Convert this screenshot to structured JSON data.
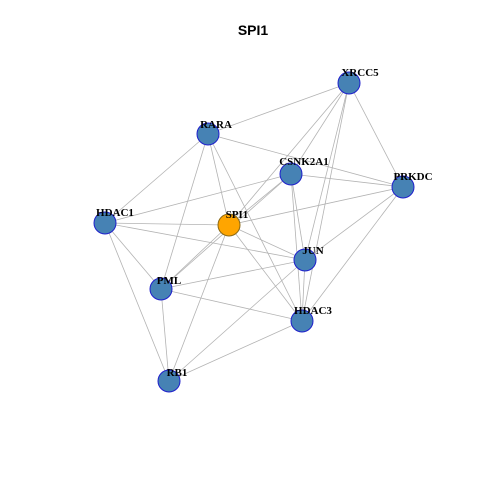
{
  "title": "SPI1",
  "colors": {
    "node_fill": "#4682B4",
    "node_stroke": "#1F1FCC",
    "highlight_fill": "#FFA500",
    "highlight_stroke": "#8B6914",
    "edge": "#B3B3B3"
  },
  "nodes": [
    {
      "id": "XRCC5",
      "label": "XRCC5",
      "highlight": false
    },
    {
      "id": "RARA",
      "label": "RARA",
      "highlight": false
    },
    {
      "id": "CSNK2A1",
      "label": "CSNK2A1",
      "highlight": false
    },
    {
      "id": "PRKDC",
      "label": "PRKDC",
      "highlight": false
    },
    {
      "id": "HDAC1",
      "label": "HDAC1",
      "highlight": false
    },
    {
      "id": "SPI1",
      "label": "SPI1",
      "highlight": true
    },
    {
      "id": "JUN",
      "label": "JUN",
      "highlight": false
    },
    {
      "id": "PML",
      "label": "PML",
      "highlight": false
    },
    {
      "id": "HDAC3",
      "label": "HDAC3",
      "highlight": false
    },
    {
      "id": "RB1",
      "label": "RB1",
      "highlight": false
    }
  ],
  "edges": [
    [
      "XRCC5",
      "RARA"
    ],
    [
      "XRCC5",
      "SPI1"
    ],
    [
      "XRCC5",
      "CSNK2A1"
    ],
    [
      "XRCC5",
      "PRKDC"
    ],
    [
      "XRCC5",
      "JUN"
    ],
    [
      "XRCC5",
      "HDAC3"
    ],
    [
      "RARA",
      "HDAC1"
    ],
    [
      "RARA",
      "SPI1"
    ],
    [
      "RARA",
      "PML"
    ],
    [
      "RARA",
      "PRKDC"
    ],
    [
      "RARA",
      "HDAC3"
    ],
    [
      "CSNK2A1",
      "HDAC1"
    ],
    [
      "CSNK2A1",
      "SPI1"
    ],
    [
      "CSNK2A1",
      "PRKDC"
    ],
    [
      "CSNK2A1",
      "JUN"
    ],
    [
      "CSNK2A1",
      "HDAC3"
    ],
    [
      "CSNK2A1",
      "PML"
    ],
    [
      "PRKDC",
      "SPI1"
    ],
    [
      "PRKDC",
      "JUN"
    ],
    [
      "PRKDC",
      "HDAC3"
    ],
    [
      "HDAC1",
      "SPI1"
    ],
    [
      "HDAC1",
      "PML"
    ],
    [
      "HDAC1",
      "RB1"
    ],
    [
      "HDAC1",
      "JUN"
    ],
    [
      "SPI1",
      "JUN"
    ],
    [
      "SPI1",
      "PML"
    ],
    [
      "SPI1",
      "HDAC3"
    ],
    [
      "SPI1",
      "RB1"
    ],
    [
      "JUN",
      "PML"
    ],
    [
      "JUN",
      "HDAC3"
    ],
    [
      "JUN",
      "RB1"
    ],
    [
      "PML",
      "RB1"
    ],
    [
      "PML",
      "HDAC3"
    ],
    [
      "RB1",
      "HDAC3"
    ]
  ]
}
